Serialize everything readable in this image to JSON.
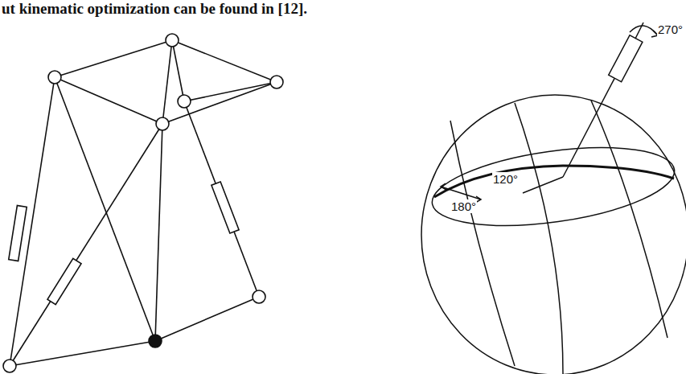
{
  "diagram": {
    "labels": [
      "ut kinematic optimization can be found in [12].",
      "270°",
      "120°",
      "180°"
    ]
  }
}
